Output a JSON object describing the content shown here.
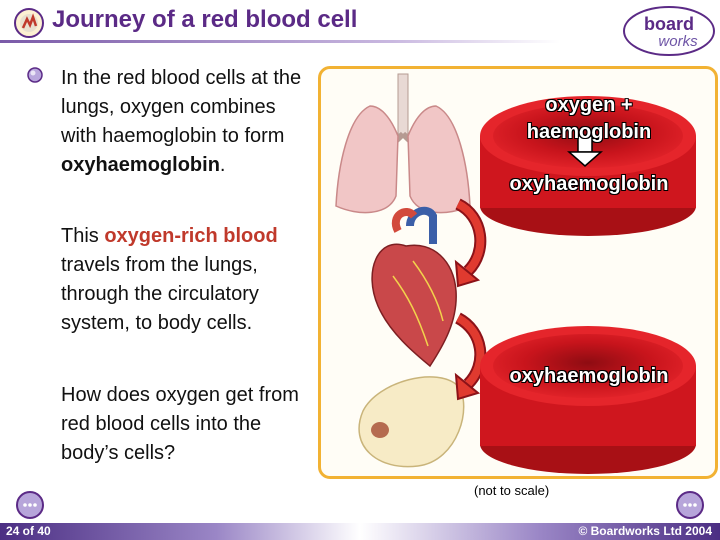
{
  "title": "Journey of a red blood cell",
  "logo": {
    "line1": "board",
    "line2": "works"
  },
  "paragraphs": {
    "p1": {
      "a": "In the red blood cells at the lungs, oxygen combines with haemoglobin to form ",
      "b": "oxyhaemoglobin",
      "c": "."
    },
    "p2": {
      "a": "This ",
      "b": "oxygen-rich blood",
      "c": " travels from the lungs, through the circulatory system, to body cells."
    },
    "p3": "How does oxygen get from red blood cells into the body’s cells?"
  },
  "diagram": {
    "top_cell": {
      "line1": "oxygen +",
      "line2": "haemoglobin",
      "result": "oxyhaemoglobin"
    },
    "bottom_cell": {
      "label": "oxyhaemoglobin"
    },
    "note": "(not to scale)"
  },
  "footer": {
    "slide": "24 of 40",
    "copyright": "© Boardworks Ltd 2004"
  },
  "colors": {
    "accent": "#5b2a86",
    "highlight": "#c0392b",
    "panel_border": "#f2b233",
    "cell": "#d71920"
  }
}
